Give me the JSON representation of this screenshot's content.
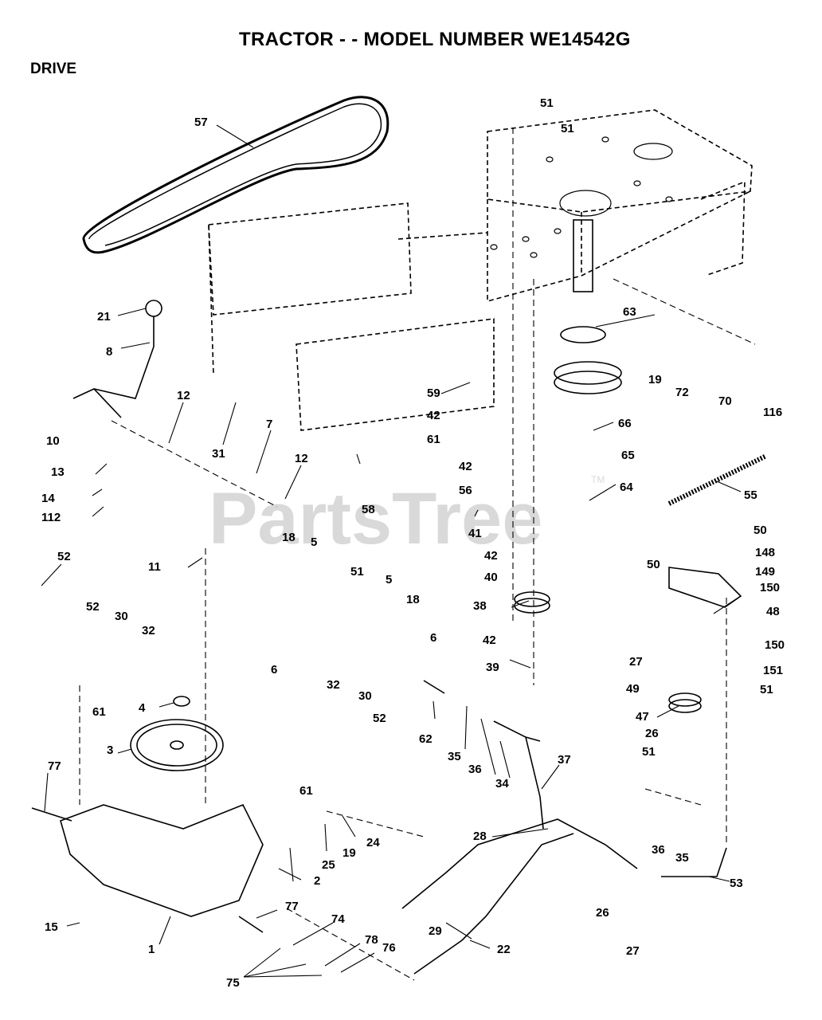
{
  "header": {
    "title": "TRACTOR - - MODEL NUMBER WE14542G",
    "section": "DRIVE"
  },
  "watermark": {
    "text": "PartsTree",
    "tm": "TM"
  },
  "colors": {
    "line": "#000000",
    "background": "#ffffff",
    "watermark": "#d9d9d9"
  },
  "callouts": [
    "57",
    "51",
    "51",
    "63",
    "21",
    "8",
    "12",
    "31",
    "7",
    "59",
    "42",
    "61",
    "66",
    "19",
    "72",
    "70",
    "116",
    "10",
    "13",
    "14",
    "112",
    "12",
    "58",
    "42",
    "65",
    "56",
    "64",
    "55",
    "41",
    "42",
    "50",
    "148",
    "50",
    "149",
    "40",
    "150",
    "18",
    "5",
    "51",
    "5",
    "18",
    "52",
    "11",
    "38",
    "48",
    "52",
    "30",
    "32",
    "42",
    "150",
    "27",
    "6",
    "6",
    "39",
    "151",
    "51",
    "61",
    "4",
    "32",
    "30",
    "52",
    "62",
    "49",
    "47",
    "26",
    "3",
    "35",
    "36",
    "51",
    "61",
    "37",
    "34",
    "77",
    "28",
    "36",
    "35",
    "24",
    "19",
    "25",
    "53",
    "2",
    "29",
    "77",
    "26",
    "27",
    "15",
    "1",
    "74",
    "22",
    "78",
    "76",
    "75"
  ]
}
